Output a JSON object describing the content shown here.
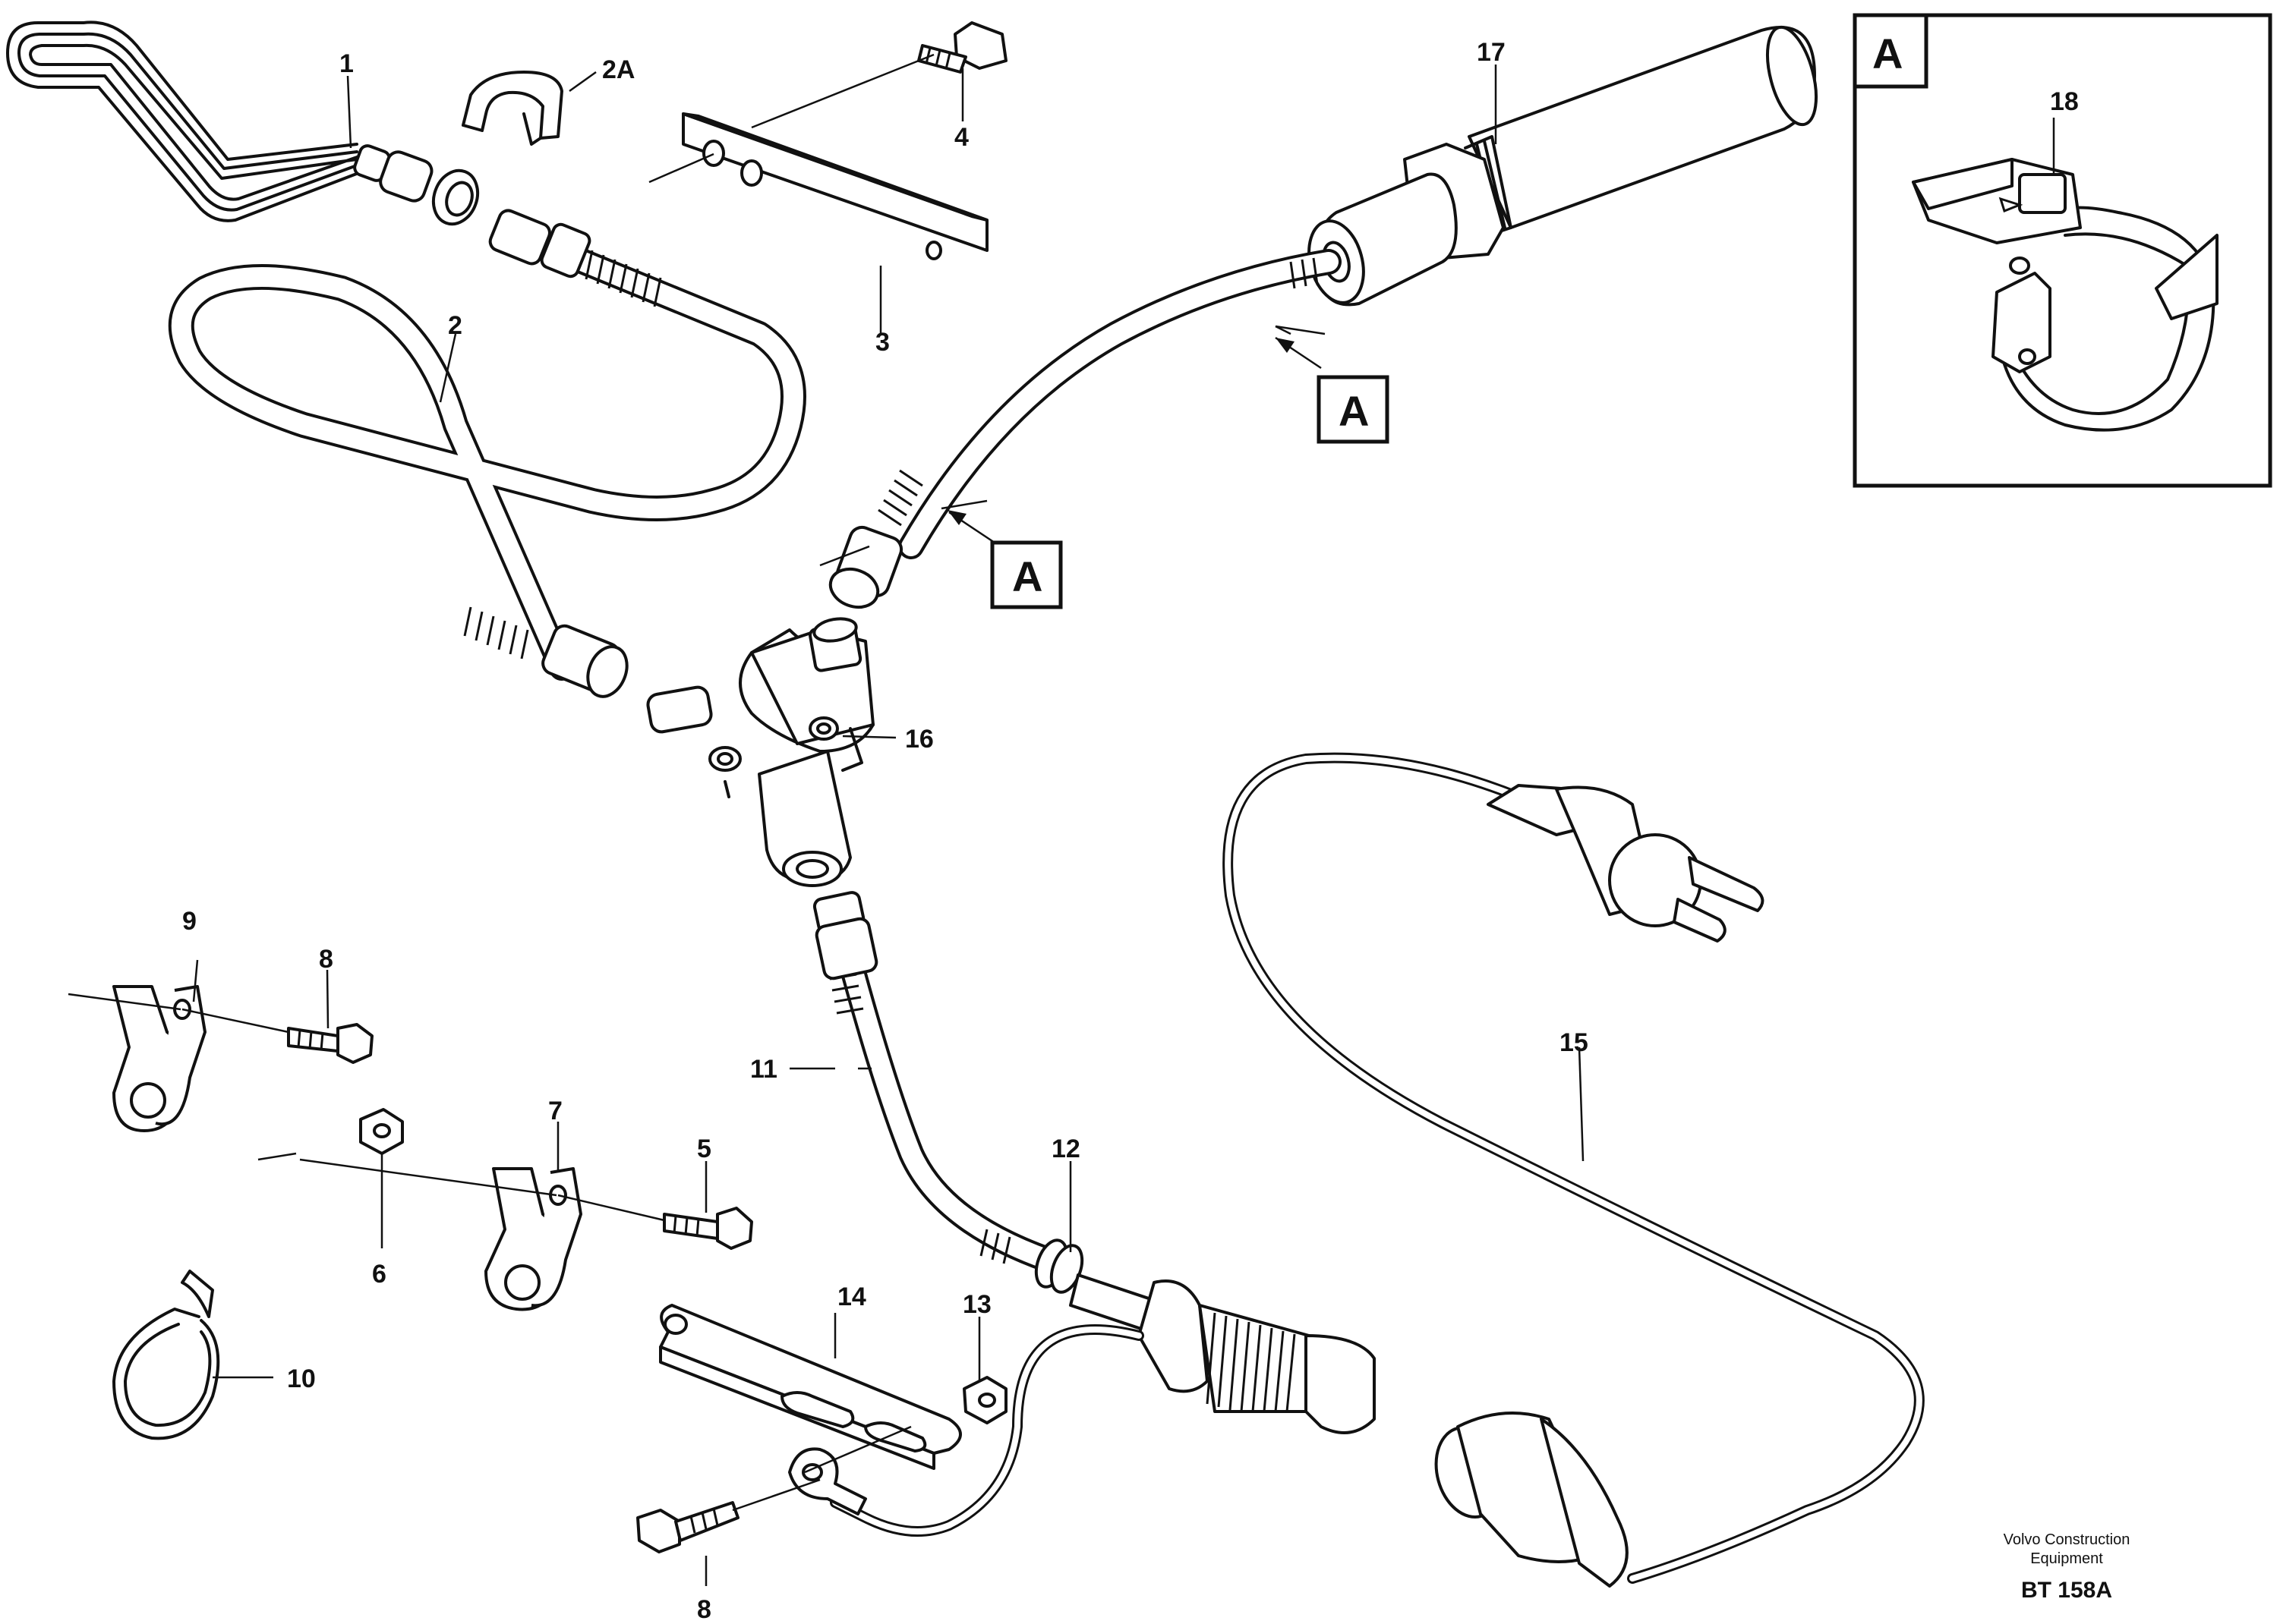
{
  "callouts": {
    "c1": "1",
    "c2": "2",
    "c2a": "2A",
    "c3": "3",
    "c4": "4",
    "c5": "5",
    "c6": "6",
    "c7": "7",
    "c8a": "8",
    "c8b": "8",
    "c9": "9",
    "c10": "10",
    "c11": "11",
    "c12": "12",
    "c13": "13",
    "c14": "14",
    "c15": "15",
    "c16": "16",
    "c17": "17",
    "c18": "18"
  },
  "detail_refs": {
    "ref_a1": "A",
    "ref_a2": "A",
    "inset_label": "A"
  },
  "footer": {
    "brand_line1": "Volvo Construction",
    "brand_line2": "Equipment",
    "figure_code": "BT 158A"
  }
}
